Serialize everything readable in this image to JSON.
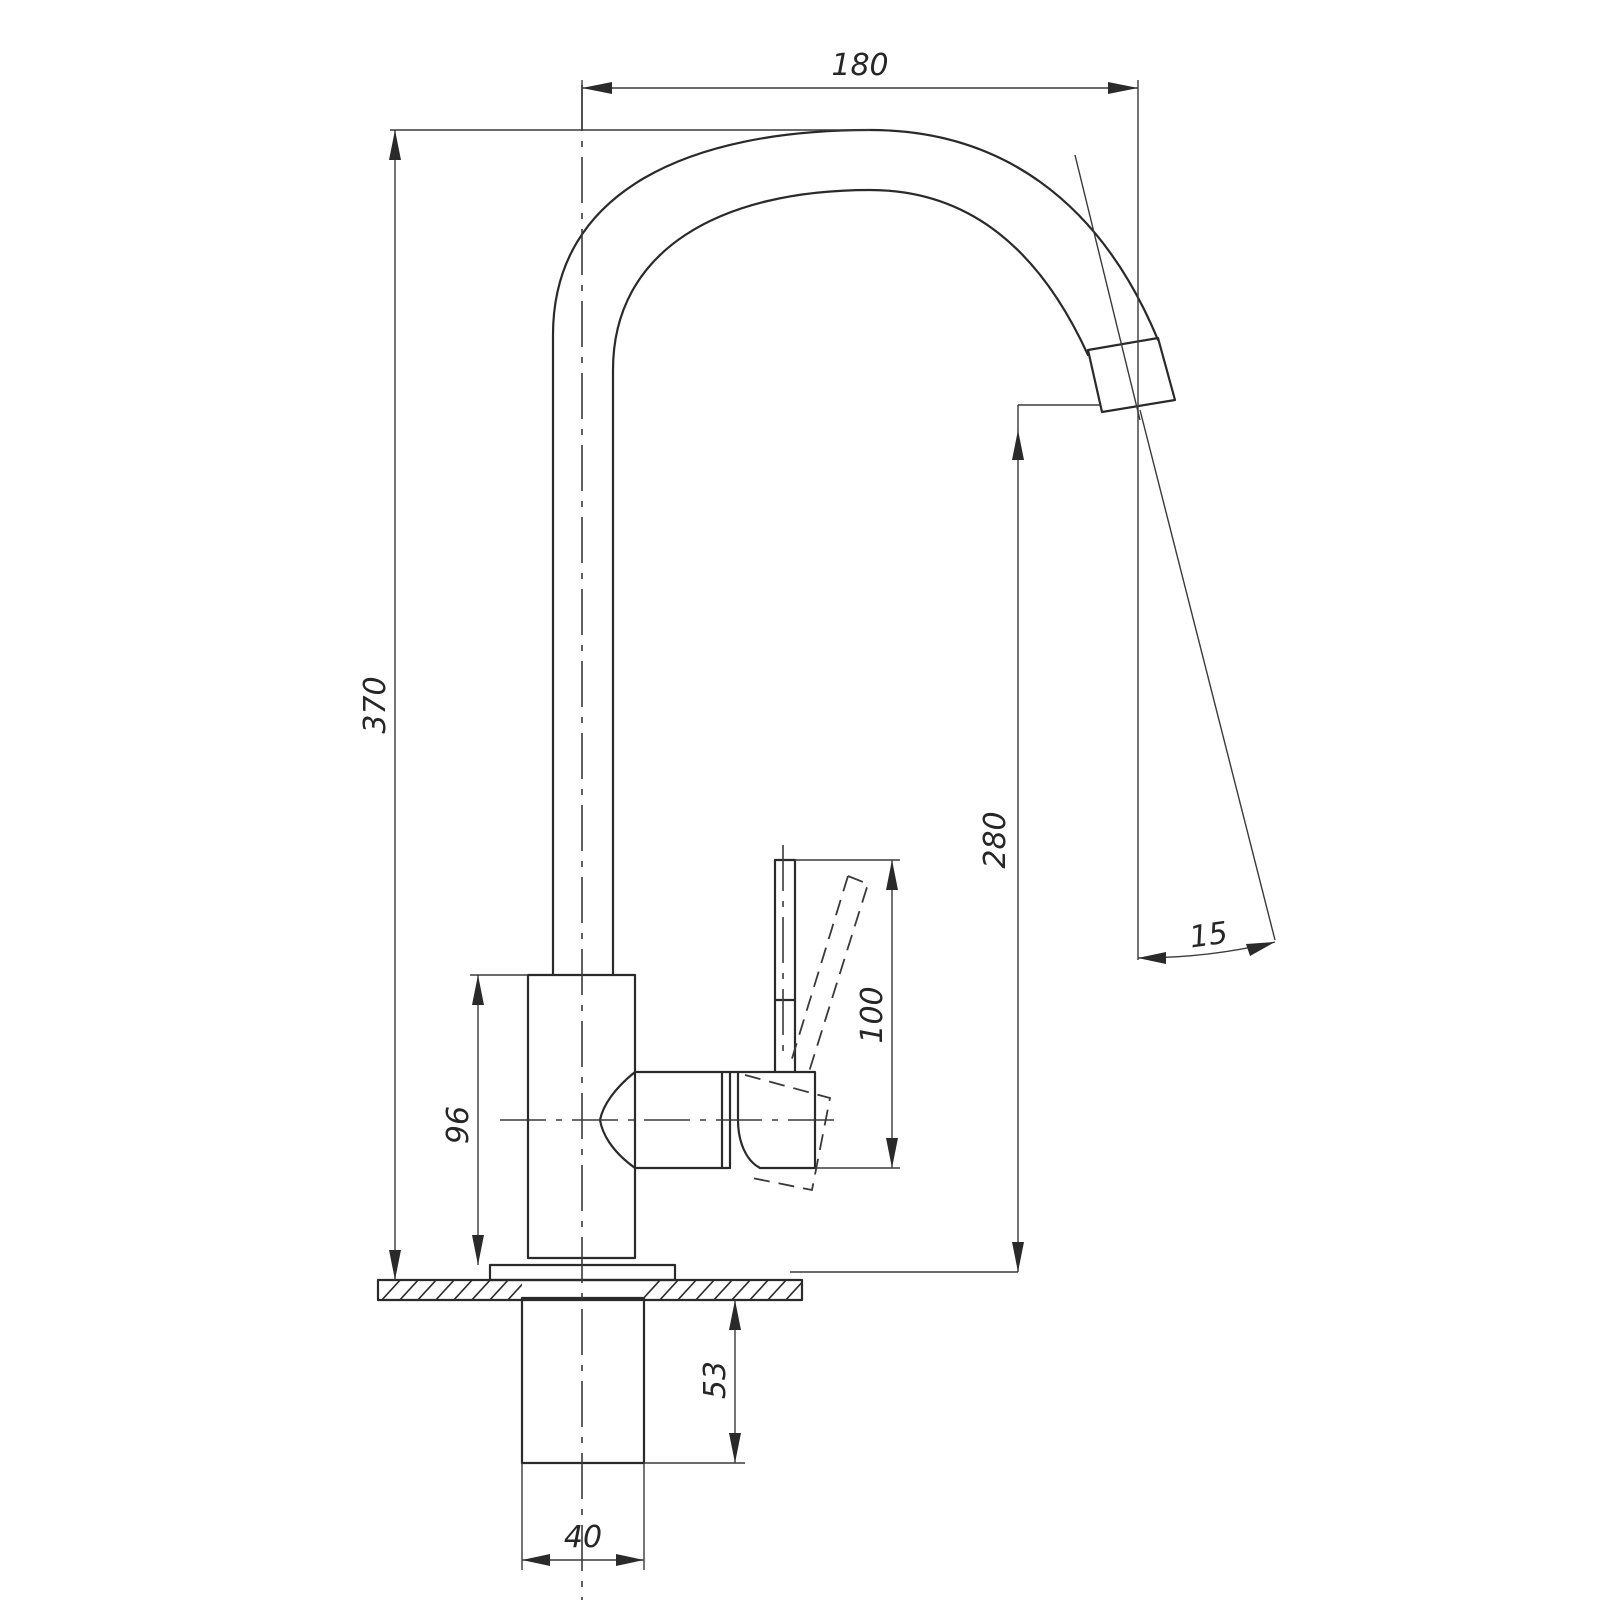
{
  "dimensions": {
    "overall_reach": "180",
    "overall_height": "370",
    "spout_clearance": "280",
    "angle": "15",
    "lever_height": "100",
    "body_height": "96",
    "shank_length": "53",
    "shank_diameter": "40"
  }
}
